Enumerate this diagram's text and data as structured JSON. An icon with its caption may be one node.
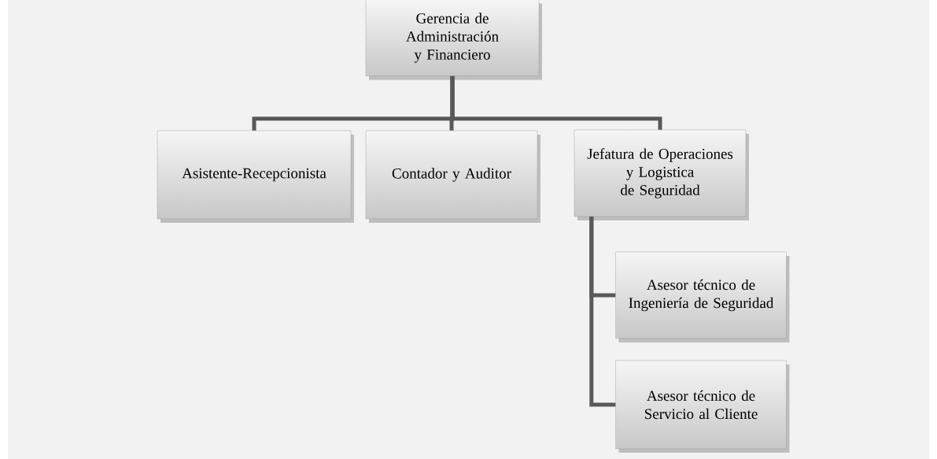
{
  "diagram": {
    "nodes": [
      {
        "text": [
          "Gerencia de Administración y Financiero"
        ]
      },
      {
        "text": [
          "Asistente-Recepcionista"
        ]
      },
      {
        "text": [
          "Contador y Auditor"
        ]
      },
      {
        "text": [
          "Jefatura de Operaciones y Logistica de Seguridad"
        ]
      },
      {
        "text": [
          "Asesor técnico de Ingeniería de Seguridad"
        ]
      },
      {
        "text": [
          "Asesor técnico de Servicio al Cliente"
        ]
      }
    ],
    "edges": [
      {
        "from": 0,
        "to": 1,
        "arrow": "none"
      },
      {
        "from": 0,
        "to": 2,
        "arrow": "none"
      },
      {
        "from": 0,
        "to": 3,
        "arrow": "none"
      },
      {
        "from": 3,
        "to": 4,
        "arrow": "none"
      },
      {
        "from": 3,
        "to": 5,
        "arrow": "none"
      }
    ]
  }
}
